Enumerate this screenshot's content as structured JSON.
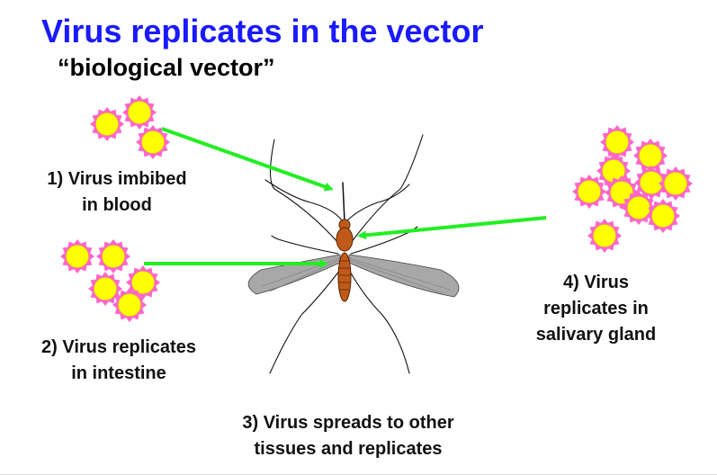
{
  "title": "Virus replicates in the vector",
  "subtitle": "“biological vector”",
  "labels": {
    "step1": [
      "1) Virus imbibed",
      "in blood"
    ],
    "step2": [
      "2) Virus replicates",
      "in intestine"
    ],
    "step3": [
      "3) Virus spreads to other",
      "tissues and replicates"
    ],
    "step4": [
      "4) Virus",
      "replicates in",
      "salivary gland"
    ]
  },
  "colors": {
    "title": "#1a1aff",
    "arrow": "#22ee22",
    "virus_core": "#ffff00",
    "virus_spikes": "#ff66cc",
    "mosquito_body": "#c05a1a",
    "wings": "#a8a8a8"
  },
  "icons": [
    "virus-particle-icon",
    "mosquito-icon",
    "arrow-icon"
  ]
}
